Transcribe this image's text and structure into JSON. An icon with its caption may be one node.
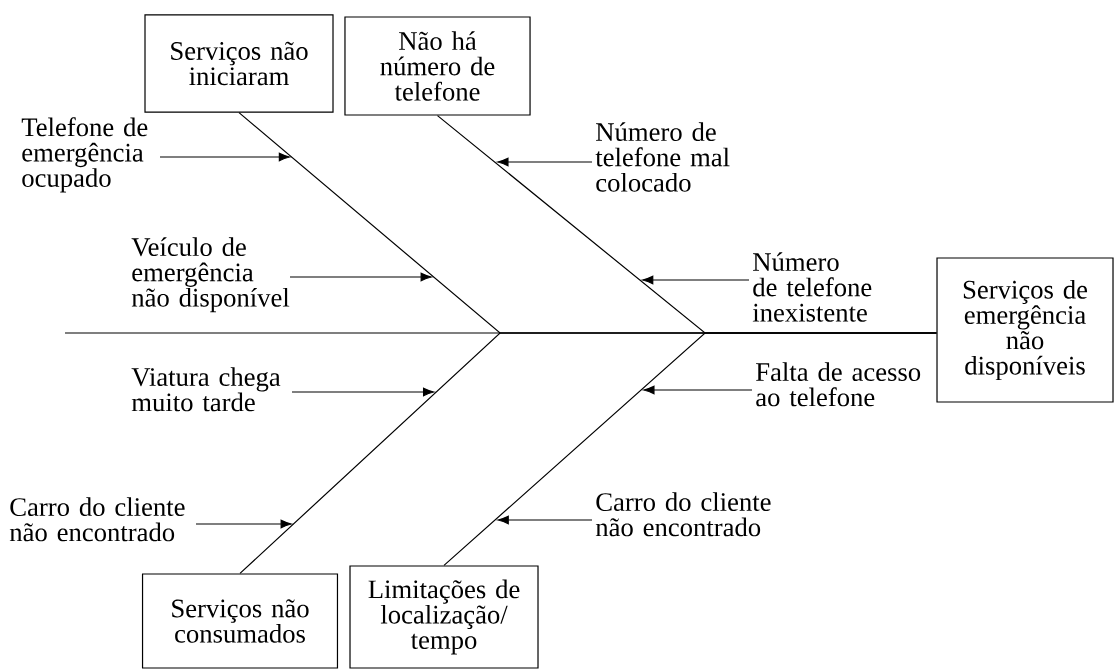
{
  "diagram": {
    "nodes": [
      {
        "text": [
          "Serviços não iniciaram"
        ]
      },
      {
        "text": [
          "Não há número de telefone"
        ]
      },
      {
        "text": [
          "Telefone de emergência ocupado"
        ]
      },
      {
        "text": [
          "Número de telefone mal colocado"
        ]
      },
      {
        "text": [
          "Veículo de emergência não disponível"
        ]
      },
      {
        "text": [
          "Número de telefone inexistente"
        ]
      },
      {
        "text": [
          "Serviços de emergência não disponíveis"
        ]
      },
      {
        "text": [
          "Viatura chega muito tarde"
        ]
      },
      {
        "text": [
          "Falta de acesso ao telefone"
        ]
      },
      {
        "text": [
          "Carro do cliente não encontrado"
        ]
      },
      {
        "text": [
          "Carro do cliente não encontrado"
        ]
      },
      {
        "text": [
          "Serviços não consumados"
        ]
      },
      {
        "text": [
          "Limitações de localização/ tempo"
        ]
      }
    ],
    "edges": [
      {
        "from": null,
        "to": 6,
        "arrow": "none"
      },
      {
        "from": 0,
        "to": 6,
        "arrow": "none"
      },
      {
        "from": 1,
        "to": 6,
        "arrow": "none"
      },
      {
        "from": 11,
        "to": 6,
        "arrow": "none"
      },
      {
        "from": 12,
        "to": 6,
        "arrow": "none"
      },
      {
        "from": 2,
        "to": null,
        "arrow": "to"
      },
      {
        "from": 3,
        "to": null,
        "arrow": "to"
      },
      {
        "from": 4,
        "to": null,
        "arrow": "to"
      },
      {
        "from": 5,
        "to": null,
        "arrow": "to"
      },
      {
        "from": 7,
        "to": null,
        "arrow": "to"
      },
      {
        "from": 8,
        "to": null,
        "arrow": "to"
      },
      {
        "from": 9,
        "to": null,
        "arrow": "to"
      },
      {
        "from": 10,
        "to": null,
        "arrow": "to"
      }
    ]
  }
}
